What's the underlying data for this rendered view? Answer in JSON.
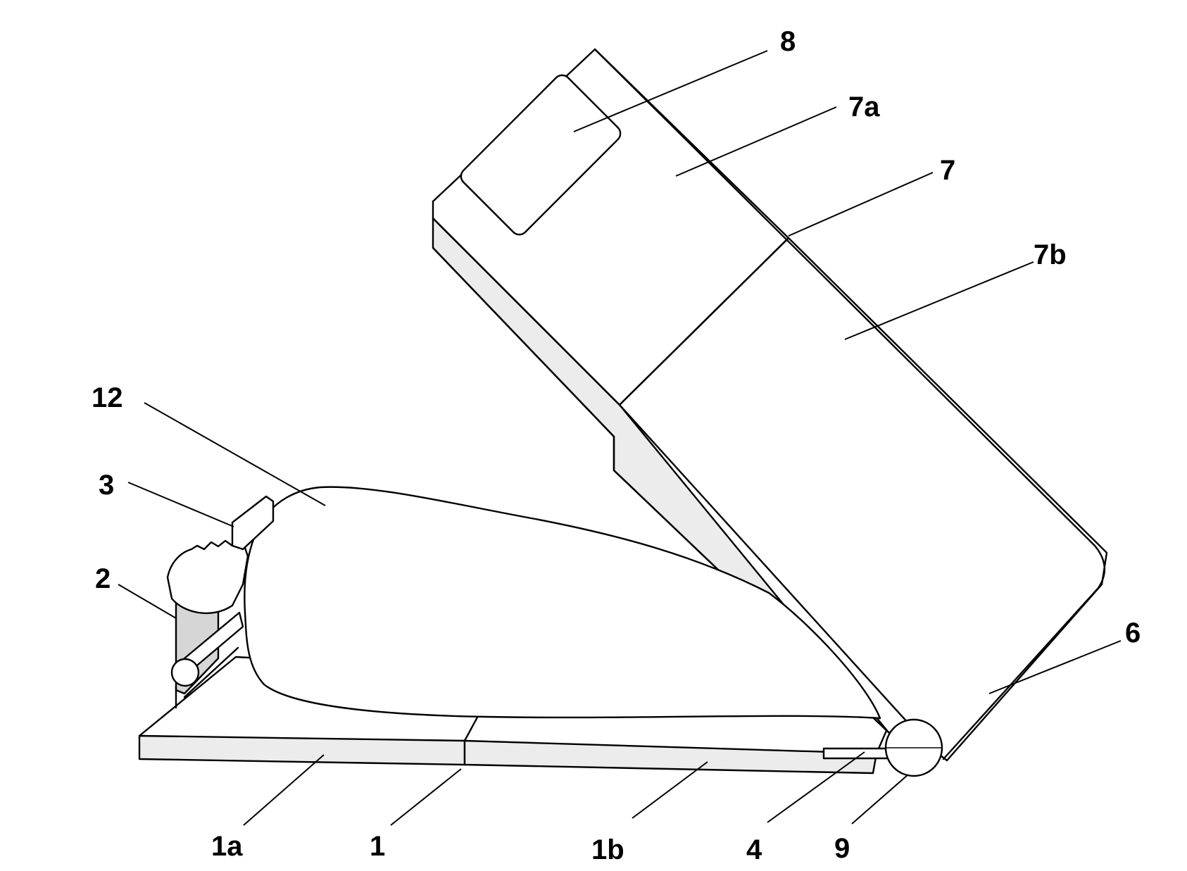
{
  "labels": {
    "l8": "8",
    "l7a": "7a",
    "l7": "7",
    "l7b": "7b",
    "l12": "12",
    "l3": "3",
    "l2": "2",
    "l6": "6",
    "l1a": "1a",
    "l1": "1",
    "l1b": "1b",
    "l4": "4",
    "l9": "9"
  }
}
